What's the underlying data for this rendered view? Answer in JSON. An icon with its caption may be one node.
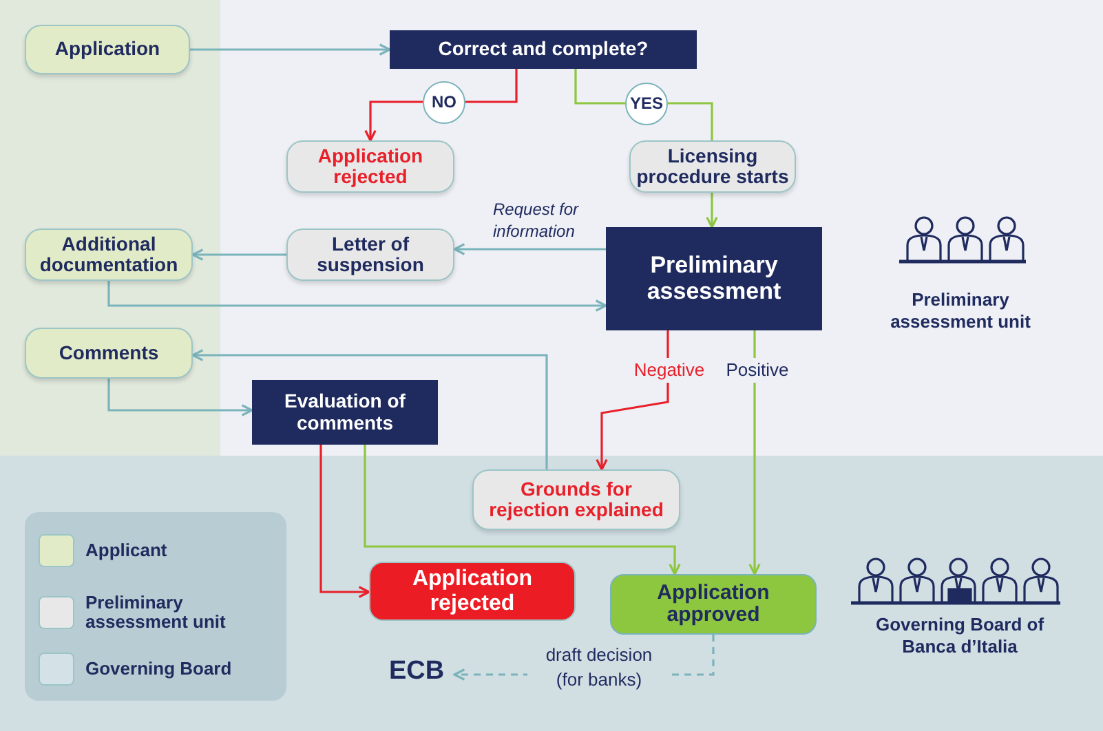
{
  "diagram": {
    "nodes": [
      {
        "text": [
          "Application"
        ]
      },
      {
        "text": [
          "Correct and complete?"
        ]
      },
      {
        "text": [
          "NO"
        ]
      },
      {
        "text": [
          "YES"
        ]
      },
      {
        "text": [
          "Application rejected"
        ]
      },
      {
        "text": [
          "Licensing procedure starts"
        ]
      },
      {
        "text": [
          "Letter of suspension"
        ]
      },
      {
        "text": [
          "Additional documentation"
        ]
      },
      {
        "text": [
          "Preliminary assessment"
        ]
      },
      {
        "text": [
          "Comments"
        ]
      },
      {
        "text": [
          "Evaluation of comments"
        ]
      },
      {
        "text": [
          "Grounds for rejection explained"
        ]
      },
      {
        "text": [
          "Application rejected"
        ]
      },
      {
        "text": [
          "Application approved"
        ]
      },
      {
        "text": [
          "ECB"
        ]
      }
    ],
    "edges": [
      {
        "from": 0,
        "to": 1,
        "arrow": "to"
      },
      {
        "from": 1,
        "to": 2,
        "arrow": "none",
        "color": "#e8202a"
      },
      {
        "from": 2,
        "to": 4,
        "arrow": "to",
        "color": "#e8202a"
      },
      {
        "from": 1,
        "to": 3,
        "arrow": "none",
        "color": "#8dc63f"
      },
      {
        "from": 3,
        "to": 5,
        "arrow": "none",
        "color": "#8dc63f"
      },
      {
        "from": 5,
        "to": 8,
        "arrow": "to",
        "color": "#8dc63f"
      },
      {
        "from": 8,
        "to": 6,
        "arrow": "to",
        "label": "Request for information"
      },
      {
        "from": 6,
        "to": 7,
        "arrow": "to"
      },
      {
        "from": 7,
        "to": 8,
        "arrow": "to"
      },
      {
        "from": 8,
        "to": 11,
        "arrow": "to",
        "label": "Negative",
        "color": "#e8202a"
      },
      {
        "from": 8,
        "to": 13,
        "arrow": "to",
        "label": "Positive",
        "color": "#8dc63f"
      },
      {
        "from": 11,
        "to": 9,
        "arrow": "to"
      },
      {
        "from": 9,
        "to": 10,
        "arrow": "to"
      },
      {
        "from": 10,
        "to": 12,
        "arrow": "to",
        "color": "#e8202a"
      },
      {
        "from": 10,
        "to": 13,
        "arrow": "to",
        "color": "#8dc63f"
      },
      {
        "from": 13,
        "to": 14,
        "arrow": "to",
        "label": "draft decision (for banks)",
        "style": "dashed"
      }
    ],
    "labels": [
      "Preliminary assessment unit",
      "Governing Board of Banca d’Italia"
    ],
    "legend": [
      {
        "text": "Applicant",
        "color": "#e2ebc7"
      },
      {
        "text": "Preliminary assessment unit",
        "color": "#e8e8e8"
      },
      {
        "text": "Governing Board",
        "color": "#d4e1e6"
      }
    ]
  }
}
